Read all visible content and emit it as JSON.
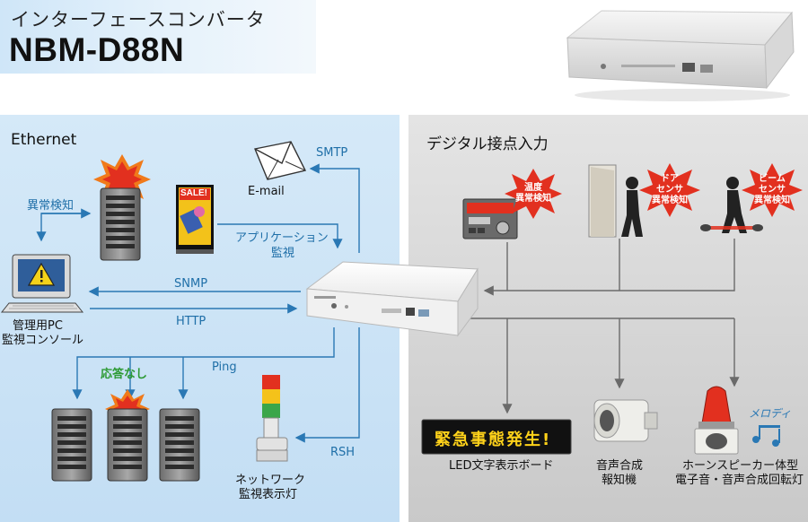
{
  "header": {
    "subtitle": "インターフェースコンバータ",
    "model": "NBM-D88N"
  },
  "left_panel": {
    "title": "Ethernet",
    "labels": {
      "abnormal_detect": "異常検知",
      "email": "E-mail",
      "smtp": "SMTP",
      "app_monitor_1": "アプリケーション",
      "app_monitor_2": "監視",
      "snmp": "SNMP",
      "http": "HTTP",
      "ping": "Ping",
      "rsh": "RSH",
      "no_response": "応答なし",
      "console_1": "管理用PC",
      "console_2": "監視コンソール",
      "tower_light_1": "ネットワーク",
      "tower_light_2": "監視表示灯",
      "sale_sign": "SALE!"
    }
  },
  "right_panel": {
    "title": "デジタル接点入力",
    "bursts": {
      "temp_1": "温度",
      "temp_2": "異常検知",
      "door_1": "ドア",
      "door_2": "センサ",
      "door_3": "異常検知",
      "beam_1": "ビーム",
      "beam_2": "センサ",
      "beam_3": "異常検知"
    },
    "led_board_text": "緊急事態発生!",
    "outputs": {
      "led_board": "LED文字表示ボード",
      "voice_1": "音声合成",
      "voice_2": "報知機",
      "horn_1": "ホーンスピーカー体型",
      "horn_2": "電子音・音声合成回転灯",
      "melody": "メロディ"
    }
  },
  "colors": {
    "arrow_blue": "#2a78b4",
    "arrow_gray": "#6a6a6a",
    "burst_red": "#e2301f",
    "burst_orange": "#f07a1a",
    "led_text": "#ffd21a"
  }
}
